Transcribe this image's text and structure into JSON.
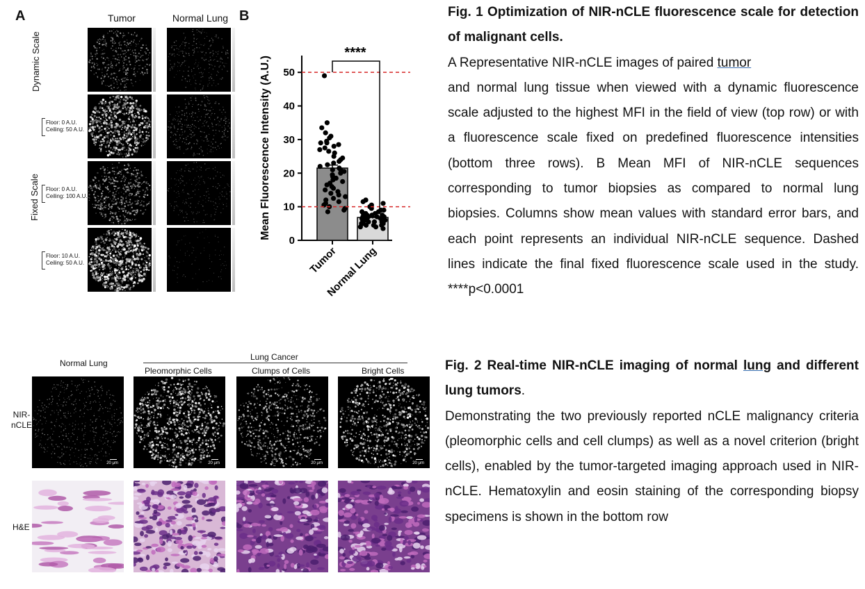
{
  "fig1": {
    "panel_a": {
      "letter": "A",
      "col_headers": [
        "Tumor",
        "Normal Lung"
      ],
      "row_group_dynamic": "Dynamic Scale",
      "row_group_fixed": "Fixed Scale",
      "rows": [
        {
          "floor": "",
          "ceiling": ""
        },
        {
          "floor": "Floor: 0 A.U.",
          "ceiling": "Ceiling: 50 A.U."
        },
        {
          "floor": "Floor: 0 A.U.",
          "ceiling": "Ceiling: 100 A.U."
        },
        {
          "floor": "Floor: 10 A.U.",
          "ceiling": "Ceiling: 50 A.U."
        }
      ]
    },
    "panel_b": {
      "letter": "B",
      "significance": "****"
    },
    "caption": {
      "title": "Fig. 1 Optimization of NIR-nCLE fluorescence scale for detection of malignant cells.",
      "line_a_pre": "A Representative NIR-nCLE images of paired ",
      "line_a_word": "tumor",
      "body": "and normal lung tissue when viewed with a dynamic fluorescence scale adjusted to the highest MFI in the field of view (top row) or with a fluorescence scale fixed on predefined fluorescence intensities (bottom three rows). B Mean MFI of NIR-nCLE sequences corresponding to tumor biopsies as compared to normal lung biopsies. Columns show mean values with standard error bars, and each point represents an individual NIR-nCLE sequence. Dashed lines indicate the final fixed fluorescence scale used in the study. ****p<0.0001"
    }
  },
  "chart_data": {
    "type": "bar",
    "categories": [
      "Tumor",
      "Normal Lung"
    ],
    "values": [
      21.5,
      6.8
    ],
    "errors": [
      0.9,
      0.3
    ],
    "ylabel": "Mean Fluorescence Intensity (A.U.)",
    "ylim": [
      0,
      55
    ],
    "yticks": [
      0,
      10,
      20,
      30,
      40,
      50
    ],
    "reference_lines": [
      10,
      50
    ],
    "reference_color": "#d62728",
    "bar_colors": [
      "#8c8c8c",
      "#d9d9d9"
    ],
    "points": {
      "Tumor": [
        49,
        35,
        33.5,
        32,
        31,
        30.5,
        29.5,
        29,
        29,
        28.5,
        28,
        27.5,
        27,
        26.5,
        26,
        25,
        24.5,
        24,
        23.5,
        23,
        22.5,
        22,
        21.5,
        21,
        21,
        20.5,
        20,
        19.5,
        19,
        18.5,
        18,
        17.5,
        17,
        16.5,
        16,
        15.5,
        15,
        14.5,
        14,
        13.5,
        13,
        12.5,
        12,
        11.5,
        11,
        10.5,
        10,
        9.5,
        9,
        8.5
      ],
      "Normal Lung": [
        12,
        11.5,
        11,
        10.5,
        10,
        9.5,
        9,
        9,
        8.5,
        8.5,
        8,
        8,
        8,
        7.5,
        7.5,
        7.5,
        7,
        7,
        7,
        7,
        6.5,
        6.5,
        6.5,
        6.5,
        6,
        6,
        6,
        6,
        5.5,
        5.5,
        5.5,
        5,
        5,
        5,
        4.5,
        4.5,
        4.5,
        4,
        4,
        3.5
      ]
    }
  },
  "fig2": {
    "header_normal": "Normal Lung",
    "header_group": "Lung Cancer",
    "subheaders": [
      "Pleomorphic Cells",
      "Clumps of Cells",
      "Bright Cells"
    ],
    "row_nir": "NIR-\nnCLE",
    "row_he": "H&E",
    "scalebar": "20 μm",
    "caption": {
      "title_pre": "Fig. 2 Real-time NIR-nCLE imaging of normal ",
      "title_word": "lung",
      "title_post": " and different lung tumors",
      "title_end": ".",
      "body": "Demonstrating the two previously reported nCLE malignancy criteria (pleomorphic cells and cell clumps) as well as a novel criterion (bright cells), enabled by the tumor-targeted imaging approach used in NIR-nCLE. Hematoxylin and eosin staining of the corresponding biopsy specimens is shown in the bottom row"
    }
  }
}
